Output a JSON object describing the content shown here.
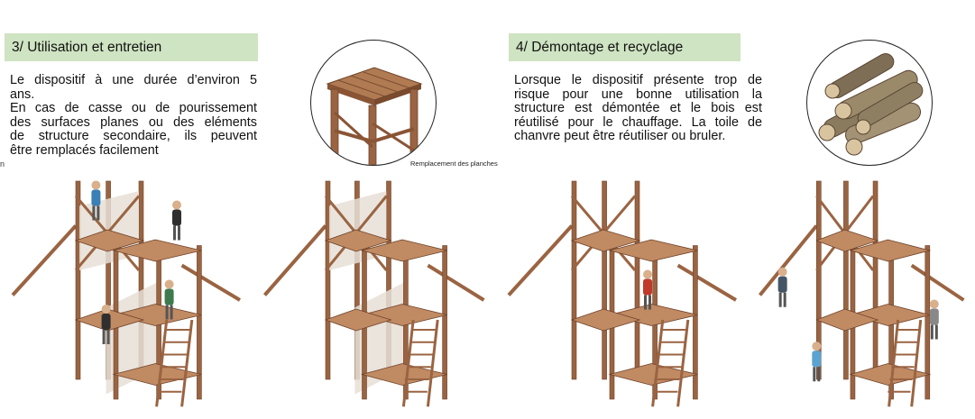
{
  "section3": {
    "heading": "3/ Utilisation et entretien",
    "lines": [
      "Le dispositif à une durée d’environ 5",
      "ans.",
      "En cas de casse ou de pourissement",
      "des surfaces planes ou des eléments",
      "de structure secondaire, ils peuvent",
      "être remplacés facilement"
    ],
    "caption": "Remplacement des planches"
  },
  "section4": {
    "heading": "4/ Démontage et recyclage",
    "lines": [
      "Lorsque le dispositif présente trop de",
      "risque pour une bonne utilisation la",
      "structure est démontée et le bois est",
      "réutilisé pour le chauffage. La toile de",
      "chanvre peut être réutiliser ou bruler."
    ]
  },
  "marker": "n",
  "colors": {
    "header_bg": "#cfe4c2",
    "wood": "#9a6442",
    "wood_dark": "#6e4228",
    "wood_light": "#c08a63",
    "canvas": "#e6dfd6"
  }
}
